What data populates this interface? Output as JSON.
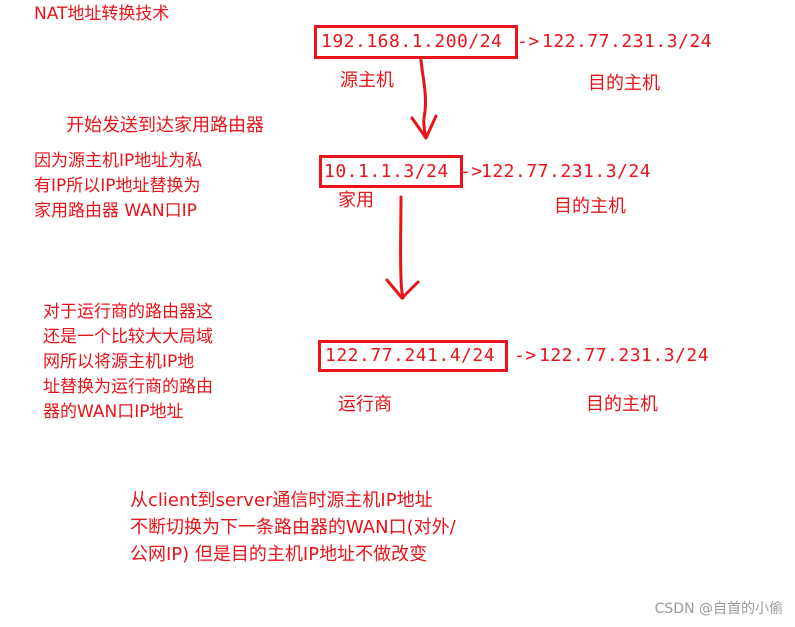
{
  "title": "NAT地址转换技术",
  "stage1": {
    "src_ip": "192.168.1.200/24",
    "arrow": "->",
    "dst_ip": "122.77.231.3/24",
    "src_label": "源主机",
    "dst_label": "目的主机"
  },
  "step1_note": "开始发送到达家用路由器",
  "explain1": [
    "因为源主机IP地址为私",
    "有IP所以IP地址替换为",
    "家用路由器 WAN口IP"
  ],
  "stage2": {
    "src_ip": "10.1.1.3/24",
    "arrow": "->",
    "dst_ip": "122.77.231.3/24",
    "src_label": "家用",
    "dst_label": "目的主机"
  },
  "explain2": [
    "对于运行商的路由器这",
    "还是一个比较大大局域",
    "网所以将源主机IP地",
    "址替换为运行商的路由",
    "器的WAN口IP地址"
  ],
  "stage3": {
    "src_ip": "122.77.241.4/24",
    "arrow": "->",
    "dst_ip": "122.77.231.3/24",
    "src_label": "运行商",
    "dst_label": "目的主机"
  },
  "summary": [
    "从client到server通信时源主机IP地址",
    "不断切换为下一条路由器的WAN口(对外/",
    "公网IP) 但是目的主机IP地址不做改变"
  ],
  "watermark": "CSDN @自首的小偷",
  "colors": {
    "ink": "#e8131b",
    "watermark": "#9a9a9a",
    "background": "#ffffff"
  }
}
